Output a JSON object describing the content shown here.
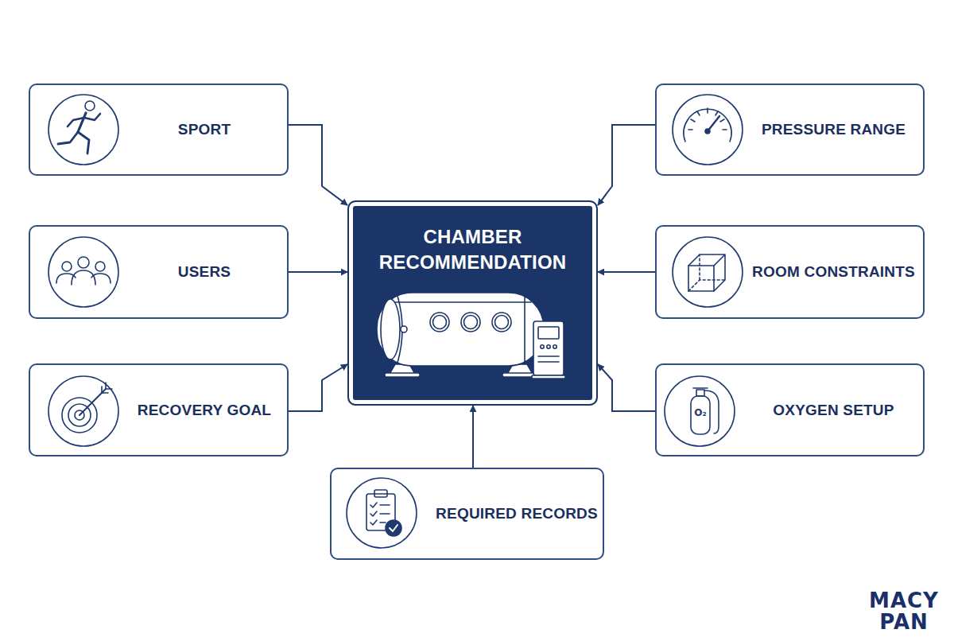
{
  "diagram": {
    "nodes": [
      {
        "text": [
          "SPORT"
        ]
      },
      {
        "text": [
          "PRESSURE RANGE"
        ]
      },
      {
        "text": [
          "CHAMBER RECOMMENDATION"
        ]
      },
      {
        "text": [
          "USERS"
        ]
      },
      {
        "text": [
          "ROOM CONSTRAINTS"
        ]
      },
      {
        "text": [
          "RECOVERY GOAL"
        ]
      },
      {
        "text": [
          "OXYGEN SETUP"
        ]
      },
      {
        "text": [
          "REQUIRED RECORDS"
        ]
      }
    ],
    "edges": [
      {
        "from": 0,
        "to": 2,
        "arrow": "to"
      },
      {
        "from": 1,
        "to": 2,
        "arrow": "to"
      },
      {
        "from": 3,
        "to": 2,
        "arrow": "to"
      },
      {
        "from": 4,
        "to": 2,
        "arrow": "to"
      },
      {
        "from": 5,
        "to": 2,
        "arrow": "to"
      },
      {
        "from": 6,
        "to": 2,
        "arrow": "to"
      },
      {
        "from": 7,
        "to": 2,
        "arrow": "to"
      }
    ],
    "labels": [
      "O₂",
      "MACY PAN"
    ]
  }
}
